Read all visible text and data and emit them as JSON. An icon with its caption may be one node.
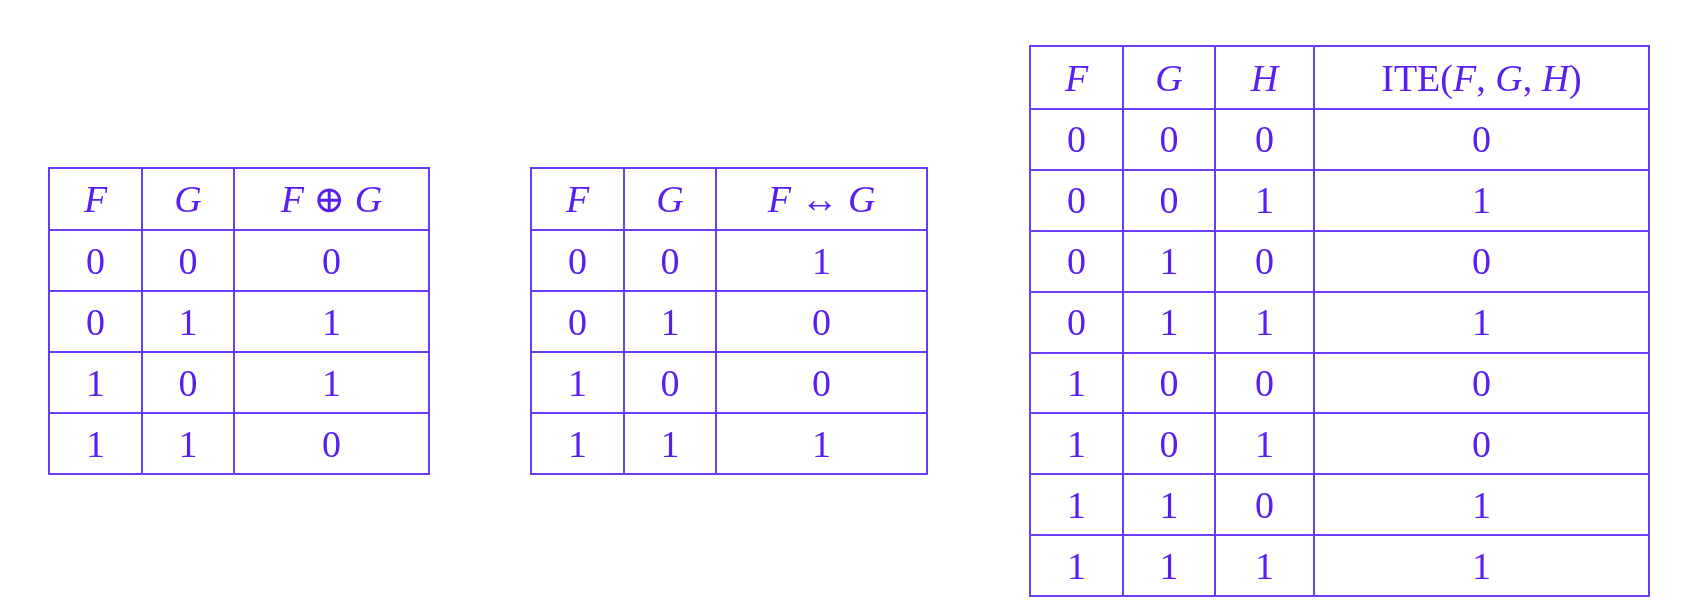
{
  "diagram": {
    "labels": [
      "*F*",
      "*G*",
      "*F* ⊕ *G*",
      "0",
      "0",
      "0",
      "0",
      "1",
      "1",
      "1",
      "0",
      "1",
      "1",
      "1",
      "0",
      "*F*",
      "*G*",
      "*F* ↔ *G*",
      "0",
      "0",
      "1",
      "0",
      "1",
      "0",
      "1",
      "0",
      "0",
      "1",
      "1",
      "1",
      "*F*",
      "*G*",
      "*H*",
      "ITE(*F*, *G*, *H*)",
      "0",
      "0",
      "0",
      "0",
      "0",
      "0",
      "1",
      "1",
      "0",
      "1",
      "0",
      "0",
      "0",
      "1",
      "1",
      "1",
      "1",
      "0",
      "0",
      "0",
      "1",
      "0",
      "1",
      "0",
      "1",
      "1",
      "0",
      "1",
      "1",
      "1",
      "1",
      "1"
    ]
  }
}
